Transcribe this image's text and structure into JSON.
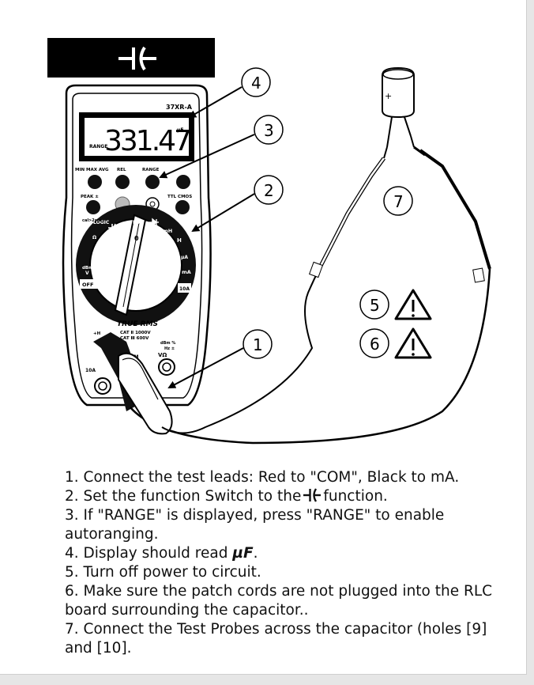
{
  "header": {
    "symbol_icon": "capacitor-icon"
  },
  "meter": {
    "model": "37XR-A",
    "reading": "331.47",
    "unit": "µF",
    "range_annunciator": "RANGE",
    "buttons": [
      "MIN MAX AVG",
      "REL",
      "RANGE"
    ],
    "row2_labels": {
      "peak": "PEAK ±",
      "ttl": "TTL CMOS"
    },
    "dial_labels": {
      "cal": "cal>2sec",
      "logic": "LOGIC",
      "hz": "Hz",
      "mh": "mH",
      "h": "H",
      "ua": "µA",
      "ma": "mA",
      "a10": "10A",
      "off": "OFF",
      "dbm": "dBm",
      "v": "V",
      "ohm": "Ω"
    },
    "brand": "TRUE RMS",
    "cat_lines": [
      "CAT Ⅱ 1000V",
      "CAT Ⅲ 600V"
    ],
    "jacks": {
      "left_a": "+H",
      "left_b": "mA",
      "com": "COM",
      "right_top": "dBm %",
      "right_mid": "Hz ±",
      "right_bot": "VΩ",
      "ten_a": "10A"
    }
  },
  "callouts": [
    "1",
    "2",
    "3",
    "4",
    "5",
    "6",
    "7"
  ],
  "capacitor_polarity": "+",
  "instructions": {
    "step1": "1. Connect the test leads: Red to \"COM\", Black to mA.",
    "step2a": "2. Set the function Switch to the",
    "step2b": "function.",
    "step3": "3. If \"RANGE\" is displayed, press \"RANGE\" to enable autoranging.",
    "step4a": "4. Display should read",
    "step4b": "µF",
    "step4c": ".",
    "step5": "5. Turn off power to circuit.",
    "step6": "6. Make sure the patch cords are not plugged into the RLC board surrounding the capacitor..",
    "step7": "7. Connect the Test Probes across the capacitor (holes [9] and [10]."
  }
}
